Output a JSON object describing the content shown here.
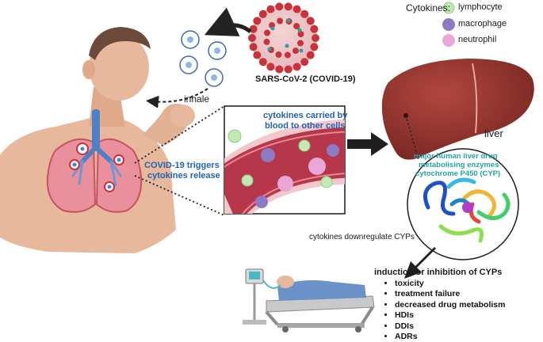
{
  "legend": {
    "title": "Cytokines:",
    "items": [
      {
        "label": "lymphocyte",
        "icon": "lymphocyte-icon",
        "color": "#b9e7b0"
      },
      {
        "label": "macrophage",
        "icon": "macrophage-icon",
        "color": "#8c7bc4"
      },
      {
        "label": "neutrophil",
        "icon": "neutrophil-icon",
        "color": "#e9a6d6"
      }
    ]
  },
  "labels": {
    "virus": "SARS-CoV-2 (COVID-19)",
    "inhale": "inhale",
    "blood_line1": "cytokines carried by",
    "blood_line2": "blood to other cells",
    "lungs_line1": "COVID-19 triggers",
    "lungs_line2": "cytokines release",
    "liver": "liver",
    "enzyme_line1": "major human liver drug",
    "enzyme_line2": "metabolising enzymes",
    "enzyme_line3": "cytochrome P450 (CYP)",
    "downregulate": "cytokines downregulate CYPs",
    "effects_title": "induction or inhibition of CYPs"
  },
  "effects": [
    "toxicity",
    "treatment failure",
    "decreased drug metabolism",
    "HDIs",
    "DDIs",
    "ADRs"
  ],
  "colors": {
    "text_blue": "#1e63b5",
    "text_teal": "#22a3a7",
    "virus_red": "#c8323b",
    "liver": "#8e2f2c",
    "blood_vessel": "#b7374a",
    "skin": "#e7b89c"
  }
}
